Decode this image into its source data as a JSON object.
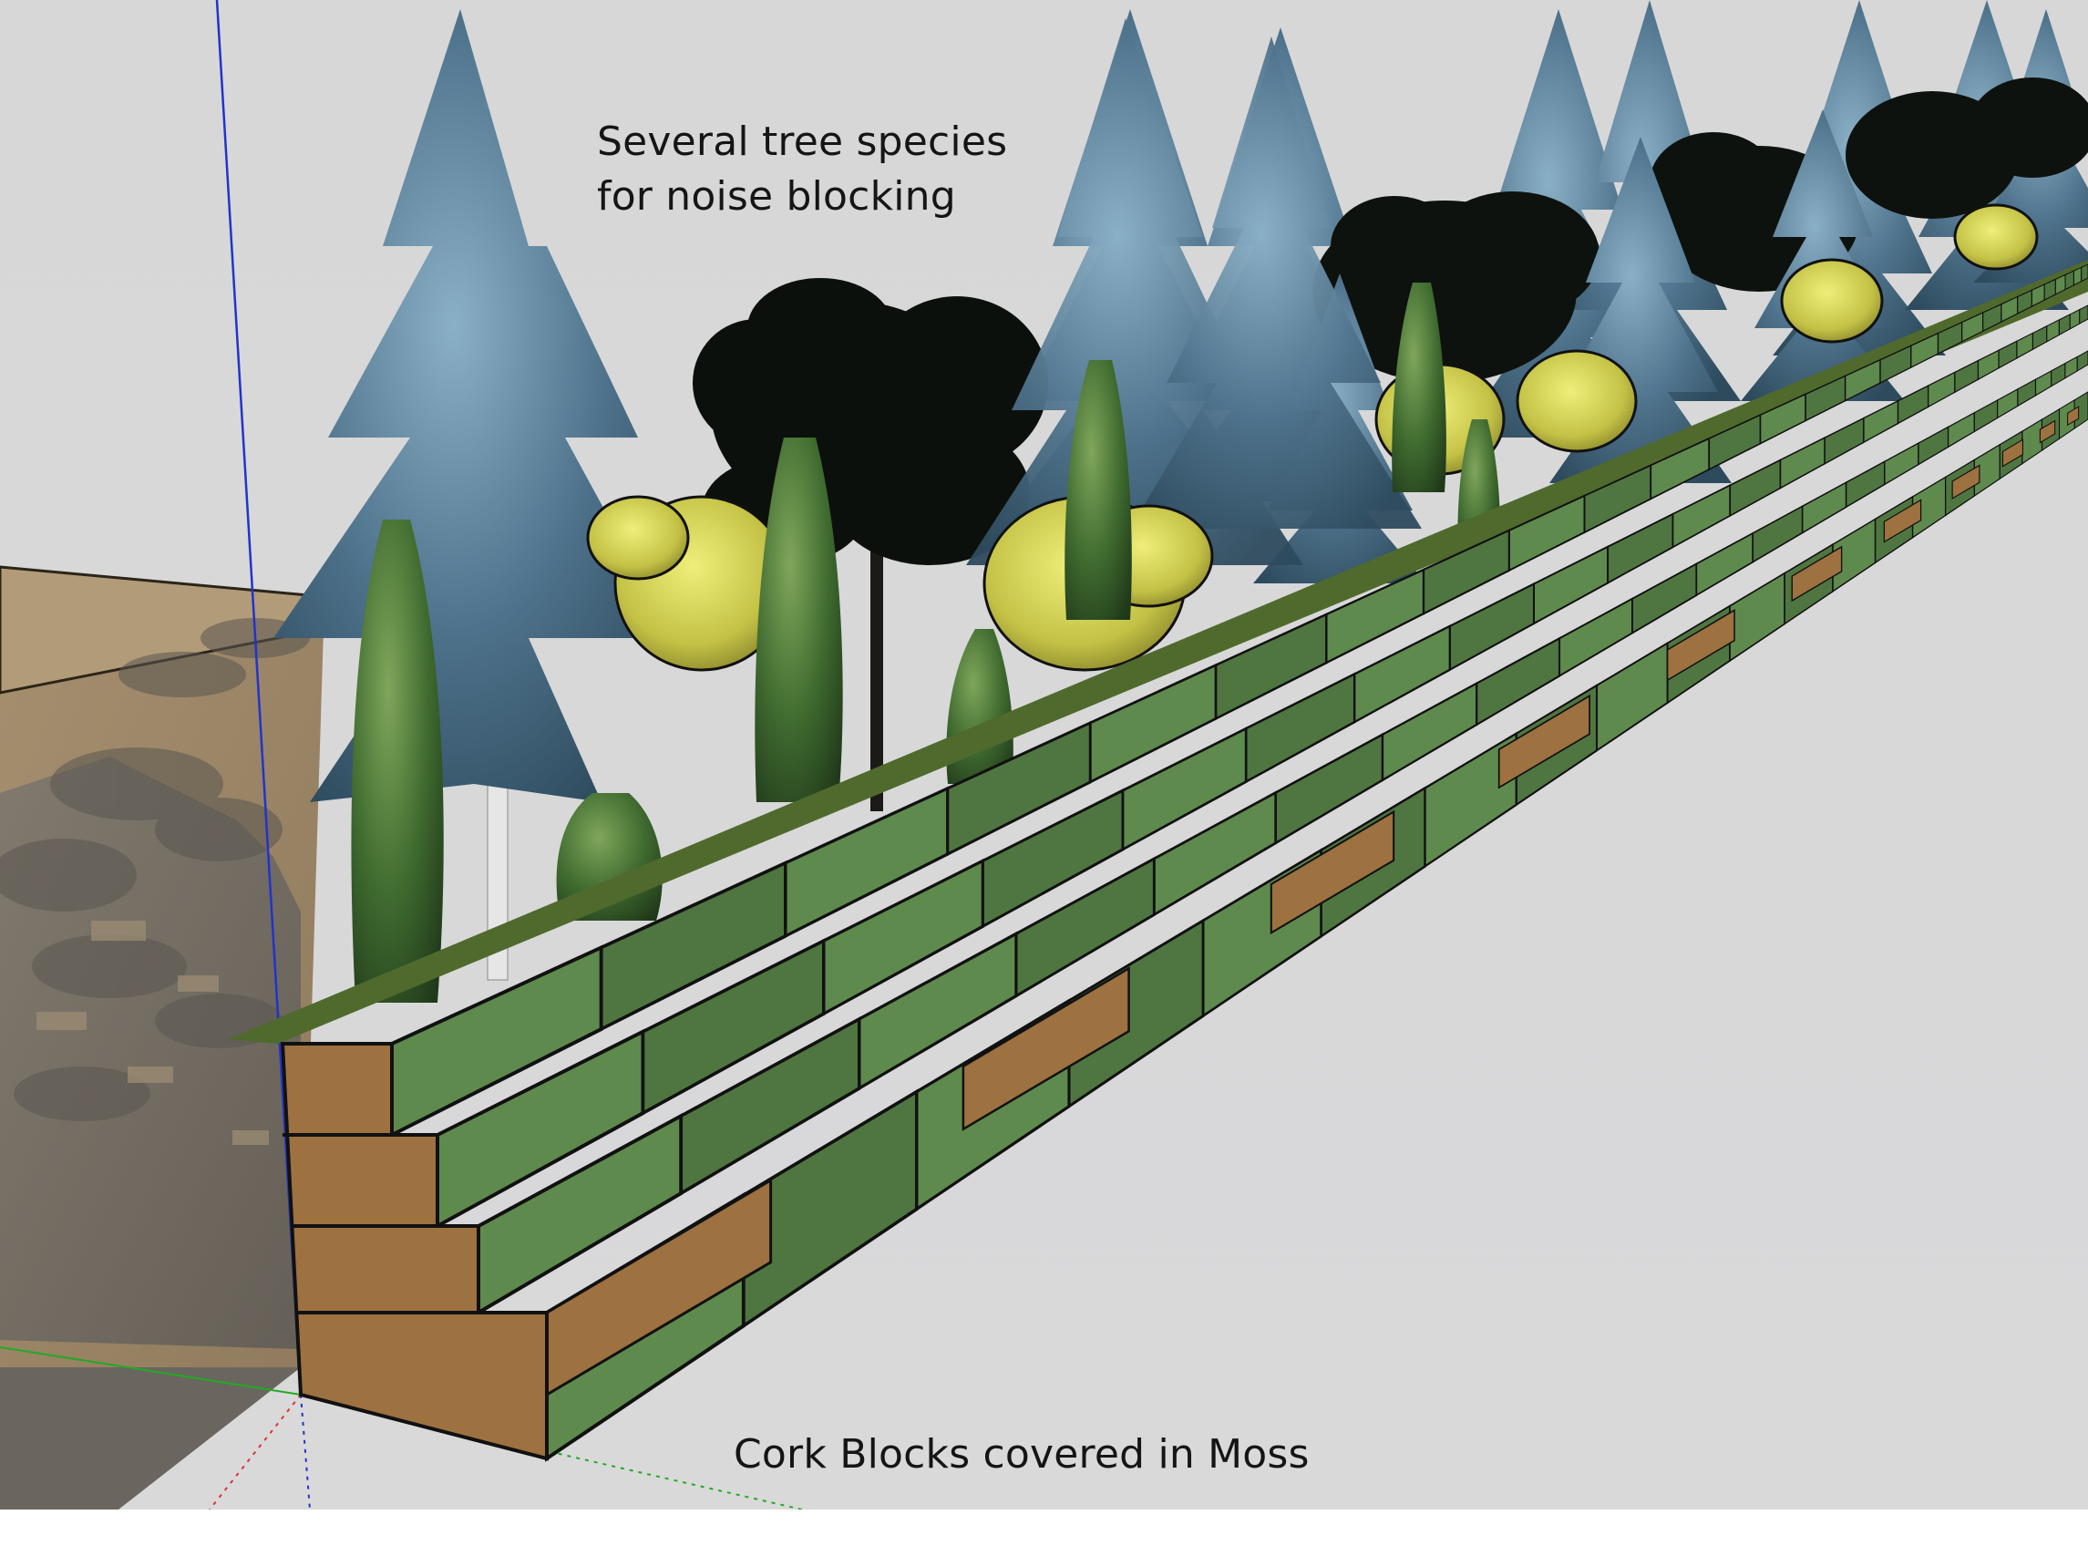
{
  "viewport": {
    "background_color": "#d7d7d9",
    "ground_color": "#d8d8d9",
    "shadow_color": "#8a8478",
    "terrain_color": "#a38d6e"
  },
  "annotations": {
    "trees_label_line1": "Several tree species",
    "trees_label_line2": "for noise blocking",
    "blocks_label": "Cork Blocks covered in Moss"
  },
  "materials": {
    "moss_color": "#5f8a4e",
    "moss_dark": "#4f7640",
    "cork_color": "#9d7140",
    "cork_dark": "#7f5a32",
    "spruce_color": "#4d6f86",
    "cypress_color": "#3f6a2f",
    "deciduous_dark": "#121712",
    "yellow_foliage": "#c8c84a"
  },
  "axes": {
    "blue_axis": "#2233cc",
    "green_axis": "#22aa22",
    "red_axis": "#dd3333"
  }
}
